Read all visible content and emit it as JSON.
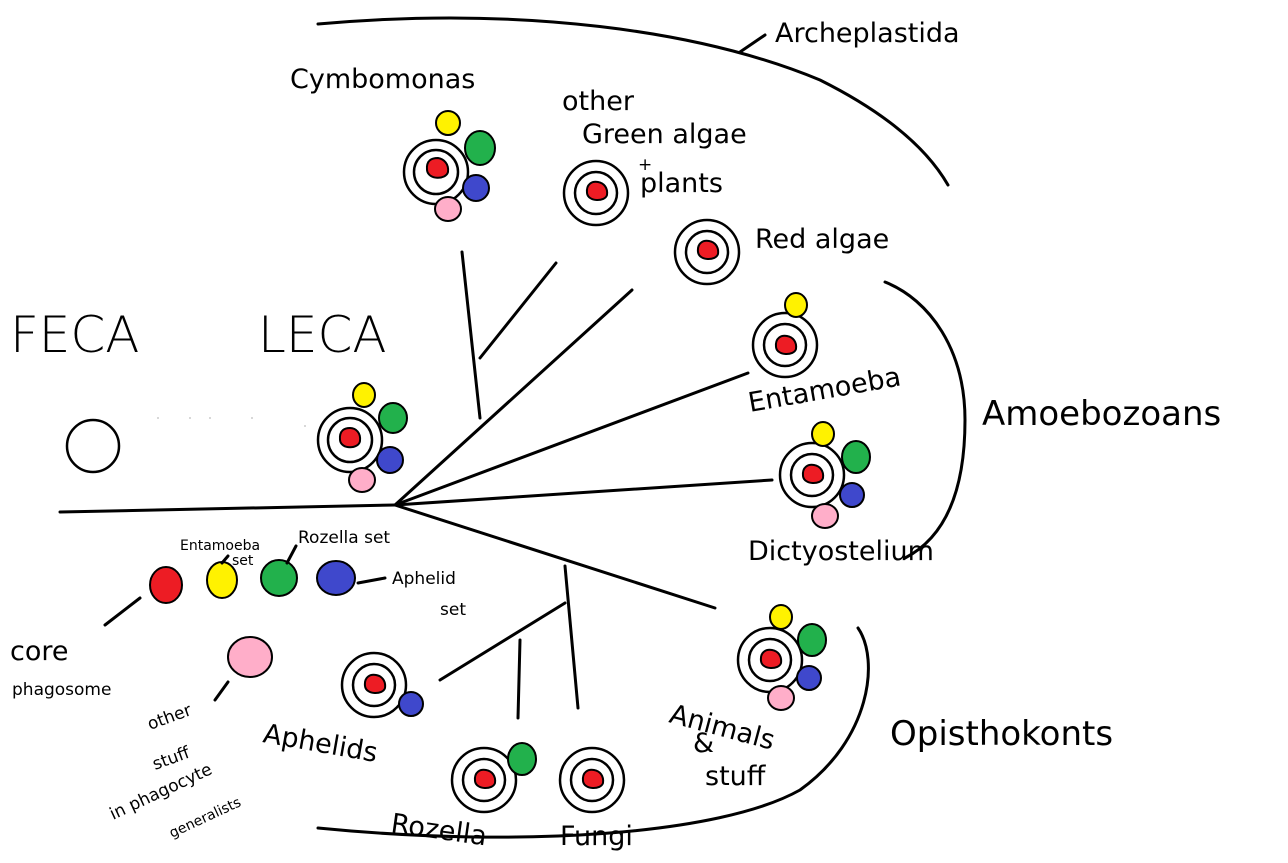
{
  "labels": {
    "feca": "FECA",
    "leca": "LECA",
    "archeplastida": "Archeplastida",
    "cymbomonas": "Cymbomonas",
    "other_green_1": "other",
    "other_green_2": "Green algae",
    "other_green_3": "+",
    "other_green_4": "plants",
    "red_algae": "Red algae",
    "amoebozoans": "Amoebozoans",
    "entamoeba": "Entamoeba",
    "dictyostelium": "Dictyostelium",
    "opisthokonts": "Opisthokonts",
    "animals_1": "Animals",
    "animals_2": "&",
    "animals_3": "stuff",
    "aphelids": "Aphelids",
    "rozella": "Rozella",
    "fungi": "Fungi",
    "entamoeba_set_1": "Entamoeba",
    "entamoeba_set_2": "set",
    "rozella_set": "Rozella set",
    "aphelid_set_1": "Aphelid",
    "aphelid_set_2": "set",
    "core_1": "core",
    "core_2": "phagosome",
    "other_stuff_1": "other",
    "other_stuff_2": "stuff",
    "other_stuff_3": "in phagocyte",
    "other_stuff_4": "generalists"
  },
  "colors": {
    "core": "#ed1c24",
    "entamoeba_set": "#fff200",
    "rozella_set": "#22b14c",
    "aphelid_set": "#3f48cc",
    "other_stuff": "#ffaec9",
    "ink": "#000000",
    "background": "#ffffff"
  }
}
